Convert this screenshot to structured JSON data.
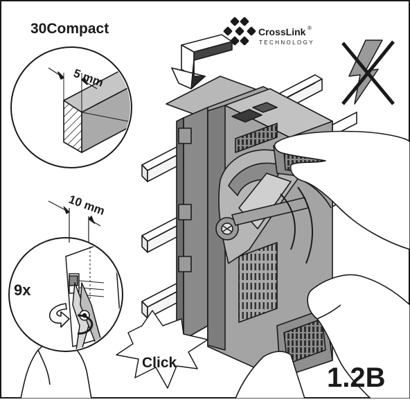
{
  "labels": {
    "variant_title": "30Compact",
    "brand_name": "CrossLink",
    "brand_mark": "®",
    "brand_sub": "TECHNOLOGY",
    "dim_top": "5 mm",
    "dim_bottom": "10 mm",
    "repeat_count": "9x",
    "click": "Click",
    "step": "1.2B"
  },
  "icons": {
    "logo": "crosslink-logo-icon",
    "no_voltage": "no-voltage-icon",
    "press_arrow": "press-down-arrow-icon",
    "rotate_arrow": "rotate-arrow-icon"
  },
  "colors": {
    "line": "#1a1a1a",
    "body": "#9a9a9a",
    "body_dark": "#6e6e6e",
    "body_light": "#c4c4c4",
    "background": "#ffffff"
  }
}
